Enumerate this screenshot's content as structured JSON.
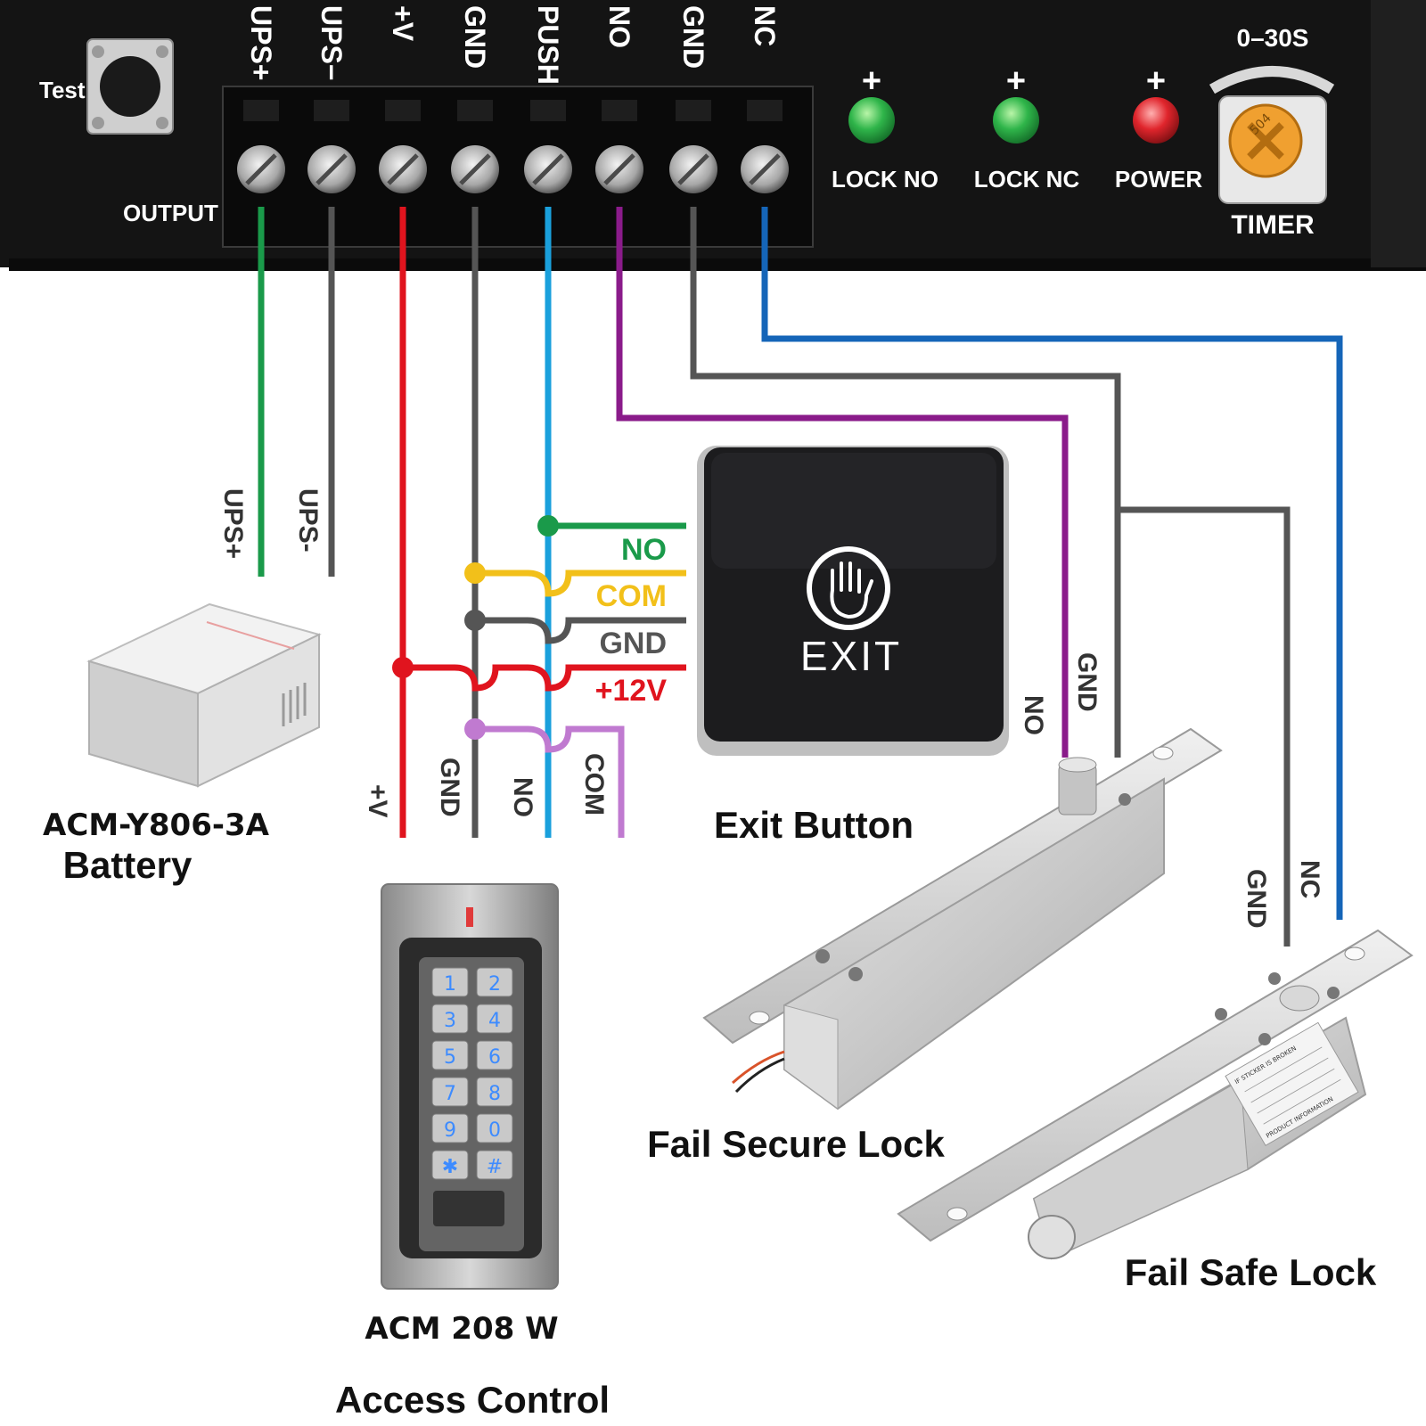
{
  "board": {
    "test_label": "Test",
    "output_label": "OUTPUT",
    "terminals": [
      "UPS+",
      "UPS−",
      "+V",
      "GND",
      "PUSH",
      "NO",
      "GND",
      "NC"
    ],
    "leds": [
      "LOCK NO",
      "LOCK NC",
      "POWER"
    ],
    "led_plus": "+",
    "timer_range": "0–30S",
    "timer_label": "TIMER",
    "timer_dial": "504"
  },
  "battery": {
    "wire_labels": [
      "UPS+",
      "UPS-"
    ],
    "model": "ACM-Y806-3A",
    "name": "Battery"
  },
  "exit_button": {
    "wire_labels": {
      "no": "NO",
      "com": "COM",
      "gnd": "GND",
      "v12": "+12V"
    },
    "face_text": "EXIT",
    "caption": "Exit Button"
  },
  "access_control": {
    "wire_labels": [
      "+V",
      "GND",
      "NO",
      "COM"
    ],
    "keys": [
      "1",
      "2",
      "3",
      "4",
      "5",
      "6",
      "7",
      "8",
      "9",
      "0",
      "✱",
      "#"
    ],
    "model": "ACM 208 W",
    "name": "Access Control"
  },
  "fail_secure_lock": {
    "wire_labels": [
      "NO",
      "GND"
    ],
    "caption": "Fail Secure Lock"
  },
  "fail_safe_lock": {
    "wire_labels": [
      "GND",
      "NC"
    ],
    "caption": "Fail Safe Lock",
    "sticker": "IF STICKER IS BROKEN",
    "sticker_sub": "PRODUCT INFORMATION"
  },
  "colors": {
    "board": "#141414",
    "green": "#1a9a4a",
    "gray": "#555555",
    "red": "#e0141e",
    "blue": "#1aa0dc",
    "purple": "#8a1b8a",
    "blue_dark": "#1565b8",
    "yellow": "#f2c01a",
    "lilac": "#c07ad0"
  }
}
